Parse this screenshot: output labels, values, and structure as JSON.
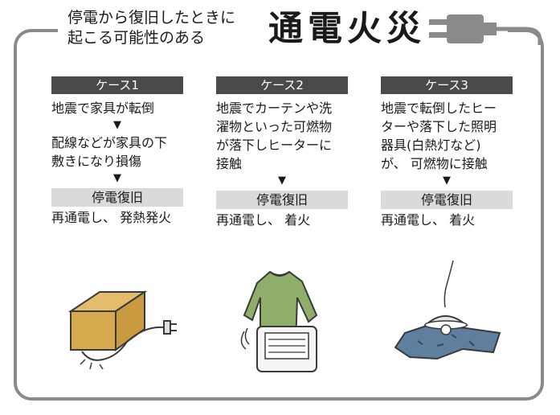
{
  "header": {
    "subtitle_lines": [
      "停電から復旧したときに",
      "起こる可能性のある"
    ],
    "title": "通電火災"
  },
  "cases": [
    {
      "label": "ケース1",
      "cause_lines": [
        "地震で家具が転倒"
      ],
      "cause2_lines": [
        "配線などが家具の下",
        "敷きになり損傷"
      ],
      "arrow": "▼",
      "restore": "停電復旧",
      "result": "再通電し、 発熱発火"
    },
    {
      "label": "ケース2",
      "cause_lines": [
        "地震でカーテンや洗",
        "濯物といった可燃物",
        "が落下しヒーターに",
        "接触"
      ],
      "arrow": "▼",
      "restore": "停電復旧",
      "result": "再通電し、 着火"
    },
    {
      "label": "ケース3",
      "cause_lines": [
        "地震で転倒したヒー",
        "ターや落下した照明",
        "器具(白熱灯など)",
        "が、 可燃物に接触"
      ],
      "arrow": "▼",
      "restore": "停電復旧",
      "result": "再通電し、 着火"
    }
  ],
  "icons": [
    "plug-icon",
    "box-with-cord-illustration",
    "shirt-on-heater-illustration",
    "lamp-on-cloth-illustration"
  ],
  "colors": {
    "frame": "#8a8a8a",
    "case_header": "#4a4a4a",
    "restore_bg": "#dadada",
    "box": "#d6a94f",
    "shirt": "#8fae6a",
    "cloth": "#5f7f9e"
  }
}
